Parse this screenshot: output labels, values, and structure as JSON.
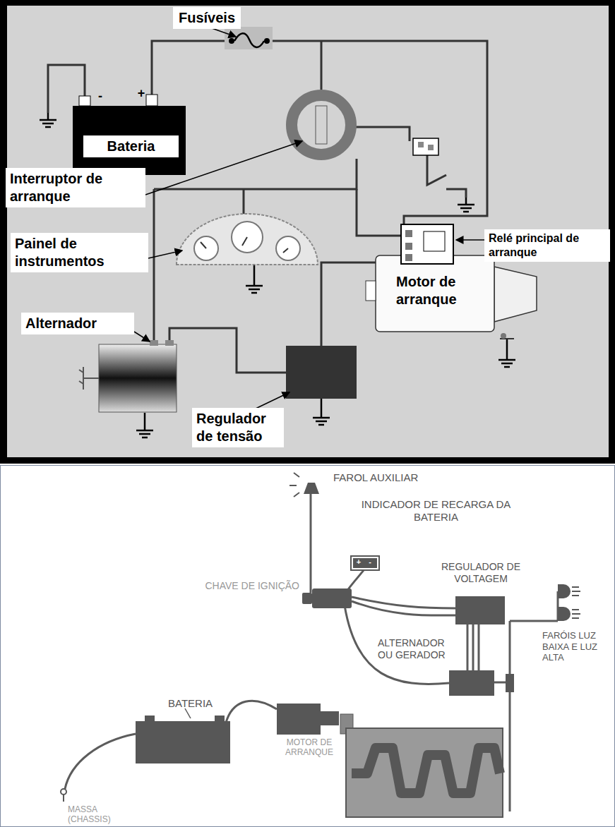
{
  "diagram": {
    "nodes": [
      {
        "text": [
          "Fusíveis"
        ]
      },
      {
        "text": [
          "Bateria"
        ]
      },
      {
        "text": [
          "Interruptor de arranque"
        ]
      },
      {
        "text": [
          "Painel de instrumentos"
        ]
      },
      {
        "text": [
          "Relé principal de arranque"
        ]
      },
      {
        "text": [
          "Motor de arranque"
        ]
      },
      {
        "text": [
          "Alternador"
        ]
      },
      {
        "text": [
          "Regulador de tensão"
        ]
      }
    ],
    "labels": [
      "-",
      "+",
      "FAROL AUXILIAR",
      "INDICADOR DE RECARGA DA BATERIA",
      "+",
      "-",
      "CHAVE DE IGNIÇÃO",
      "REGULADOR DE VOLTAGEM",
      "FARÓIS LUZ BAIXA E LUZ ALTA",
      "ALTERNADOR OU GERADOR",
      "BATERIA",
      "MOTOR DE ARRANQUE",
      "MASSA (CHASSIS)"
    ]
  }
}
